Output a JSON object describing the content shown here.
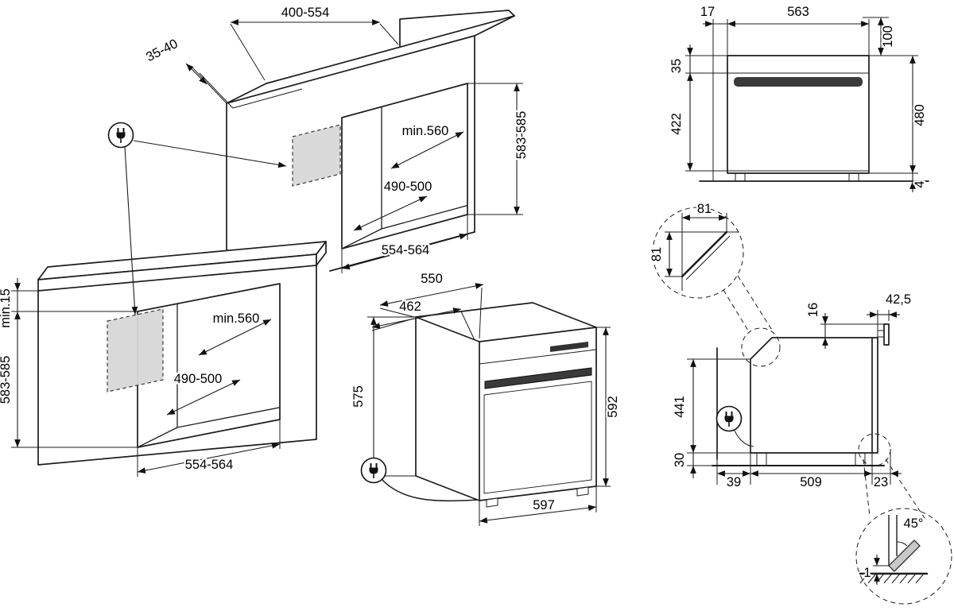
{
  "tall_cabinet": {
    "top_cutout_width": "400-554",
    "panel_thickness": "35-40",
    "min_depth": "min.560",
    "inner_width": "490-500",
    "niche_height": "583-585",
    "niche_width": "554-564"
  },
  "base_cabinet": {
    "top_clearance": "min.15",
    "niche_height": "583-585",
    "min_depth": "min.560",
    "inner_width": "490-500",
    "niche_width": "554-564"
  },
  "oven_iso": {
    "total_depth": "550",
    "body_depth": "462",
    "body_height": "575",
    "front_height": "592",
    "front_width": "597"
  },
  "front_view": {
    "side_offset": "17",
    "width": "563",
    "top_clearance": "100",
    "panel_height": "35",
    "door_height": "422",
    "niche_height": "480",
    "bottom_gap": "4"
  },
  "corner_detail": {
    "cut_width": "81",
    "cut_height": "81"
  },
  "side_view": {
    "handle_rise": "16",
    "handle_depth": "42,5",
    "body_height": "441",
    "plinth_height": "30",
    "rear_gap": "39",
    "body_depth": "509",
    "door_offset": "23"
  },
  "door_detail": {
    "chamfer_angle": "45°",
    "floor_gap": "1"
  }
}
